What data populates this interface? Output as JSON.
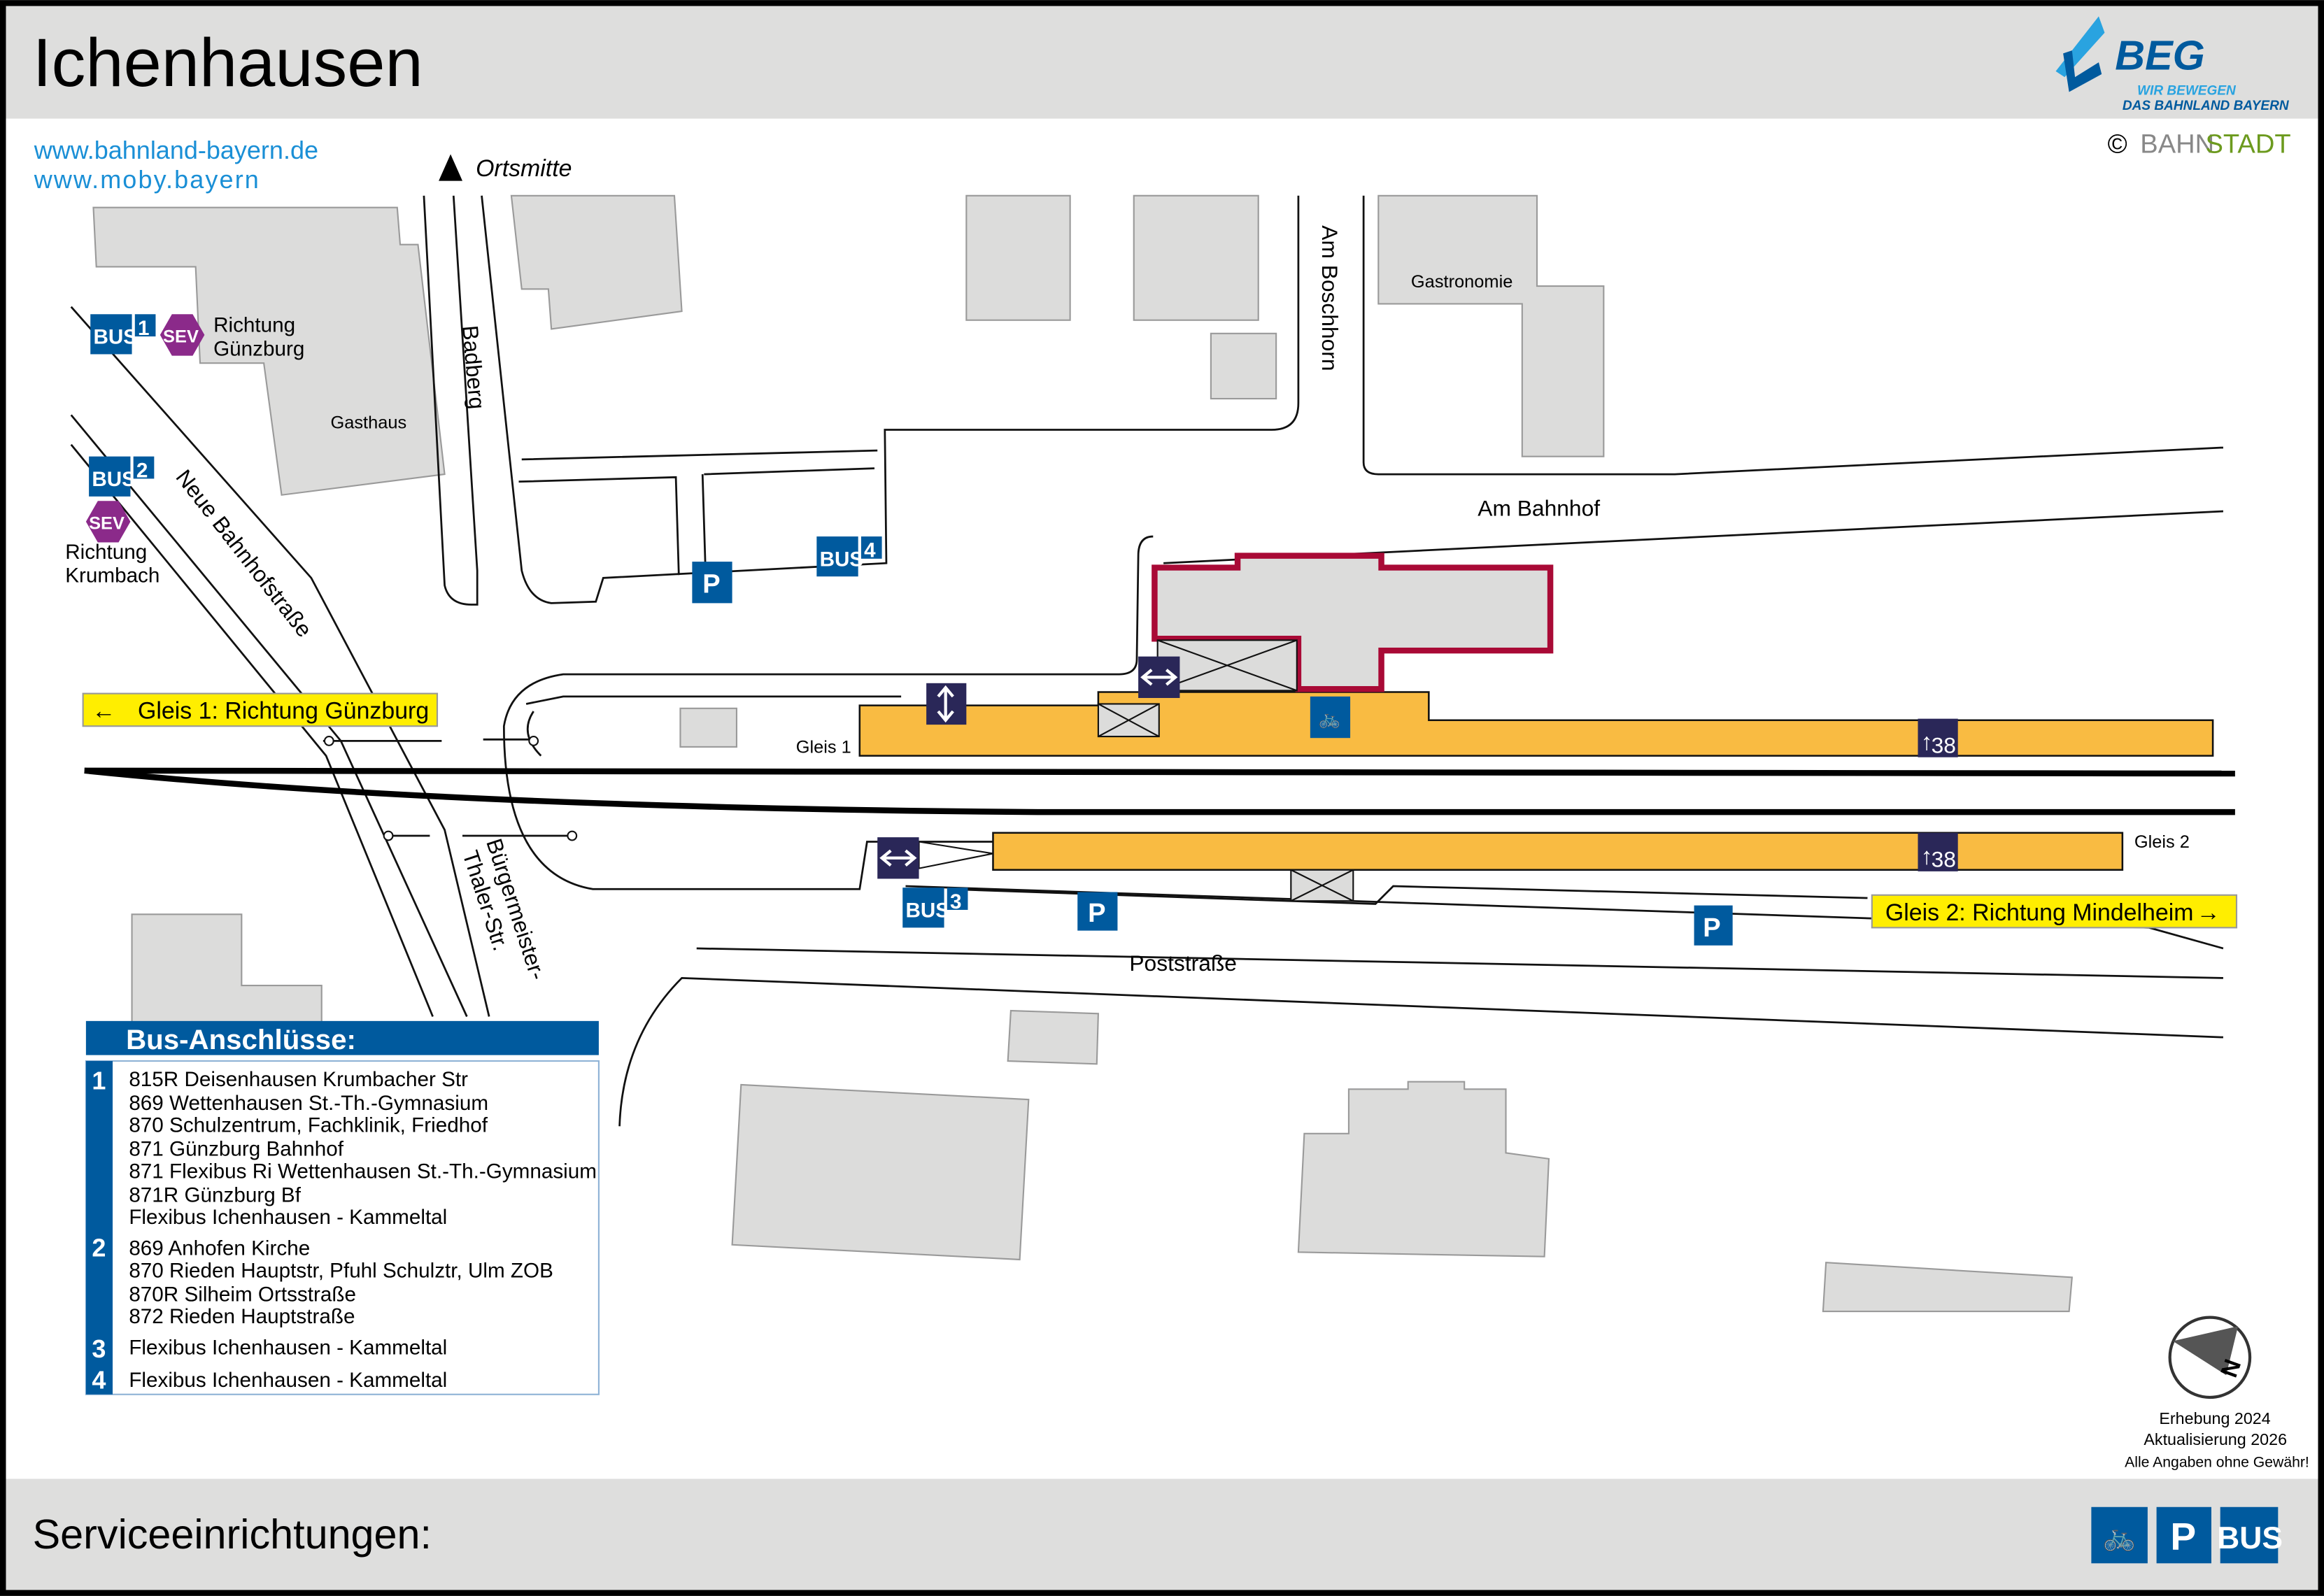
{
  "header": {
    "title": "Ichenhausen"
  },
  "logo": {
    "brand": "BEG",
    "line1": "WIR BEWEGEN",
    "line2": "DAS BAHNLAND BAYERN",
    "copyright": "©",
    "bahn": "BAHN",
    "stadt": "STADT"
  },
  "links": [
    "www.bahnland-bayern.de",
    "www.moby.bayern"
  ],
  "map": {
    "ortsmitte": "Ortsmitte",
    "streets": {
      "badberg": "Badberg",
      "am_boschhorn": "Am Boschhorn",
      "am_bahnhof": "Am Bahnhof",
      "neue_bahnhofstrasse": "Neue Bahnhofstraße",
      "buergermeister1": "Bürgermeister-",
      "buergermeister2": "Thaler-Str.",
      "poststrasse": "Poststraße"
    },
    "buildings": {
      "gasthaus": "Gasthaus",
      "gastronomie": "Gastronomie"
    },
    "bus_stops": [
      {
        "label": "BUS",
        "number": "1"
      },
      {
        "label": "BUS",
        "number": "2"
      },
      {
        "label": "BUS",
        "number": "3"
      },
      {
        "label": "BUS",
        "number": "4"
      }
    ],
    "sev": "SEV",
    "direction_guenzburg": [
      "Richtung",
      "Günzburg"
    ],
    "direction_krumbach": [
      "Richtung",
      "Krumbach"
    ],
    "parking": "P",
    "gleis1_label": "Gleis 1",
    "gleis2_label": "Gleis 2",
    "gleis1_direction": "Gleis 1: Richtung Günzburg",
    "gleis2_direction": "Gleis 2: Richtung Mindelheim",
    "platform_height": "38",
    "colors": {
      "platform": "#f9bb42",
      "station_outline": "#a90a36",
      "bus_blue": "#005a9e",
      "navy": "#2a2758",
      "direction_yellow": "#ffee00"
    }
  },
  "bus_connections": {
    "title": "Bus-Anschlüsse:",
    "groups": [
      {
        "stop": "1",
        "lines": [
          "815R Deisenhausen Krumbacher Str",
          "869 Wettenhausen St.-Th.-Gymnasium",
          "870 Schulzentrum, Fachklinik, Friedhof",
          "871 Günzburg Bahnhof",
          "871 Flexibus Ri Wettenhausen St.-Th.-Gymnasium",
          "871R Günzburg Bf",
          "Flexibus Ichenhausen - Kammeltal"
        ]
      },
      {
        "stop": "2",
        "lines": [
          "869 Anhofen Kirche",
          "870 Rieden Hauptstr, Pfuhl Schulztr, Ulm ZOB",
          "870R Silheim Ortsstraße",
          "872 Rieden Hauptstraße"
        ]
      },
      {
        "stop": "3",
        "lines": [
          "Flexibus Ichenhausen - Kammeltal"
        ]
      },
      {
        "stop": "4",
        "lines": [
          "Flexibus Ichenhausen - Kammeltal"
        ]
      }
    ]
  },
  "compass": "N",
  "notes": [
    "Erhebung 2024",
    "Aktualisierung 2026",
    "Alle Angaben ohne Gewähr!"
  ],
  "footer": {
    "title": "Serviceeinrichtungen:",
    "icons": [
      "bicycle-icon",
      "parking-icon",
      "bus-icon"
    ],
    "p": "P",
    "bus": "BUS"
  }
}
